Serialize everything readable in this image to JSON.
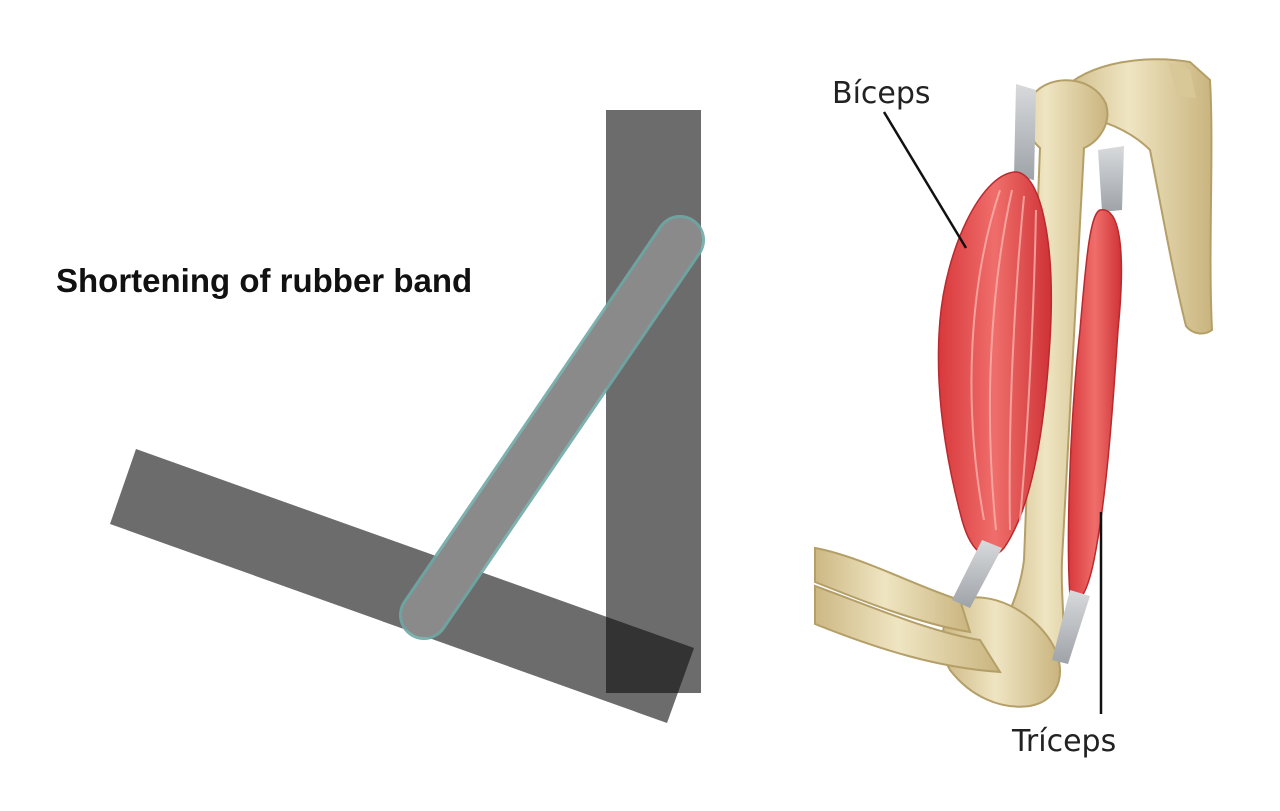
{
  "diagram": {
    "left_panel": {
      "caption": "Shortening of rubber band",
      "colors": {
        "bar_fill": "#6c6c6c",
        "bar_overlap": "#333333",
        "band_stroke": "#6fa9a6"
      }
    },
    "right_panel": {
      "labels": {
        "biceps": "Bíceps",
        "triceps": "Tríceps"
      },
      "colors": {
        "bone": "#e8dcb0",
        "bone_shadow": "#c9b47e",
        "muscle": "#e2474a",
        "tendon": "#b8bcc0",
        "leader_line": "#111111"
      }
    }
  }
}
